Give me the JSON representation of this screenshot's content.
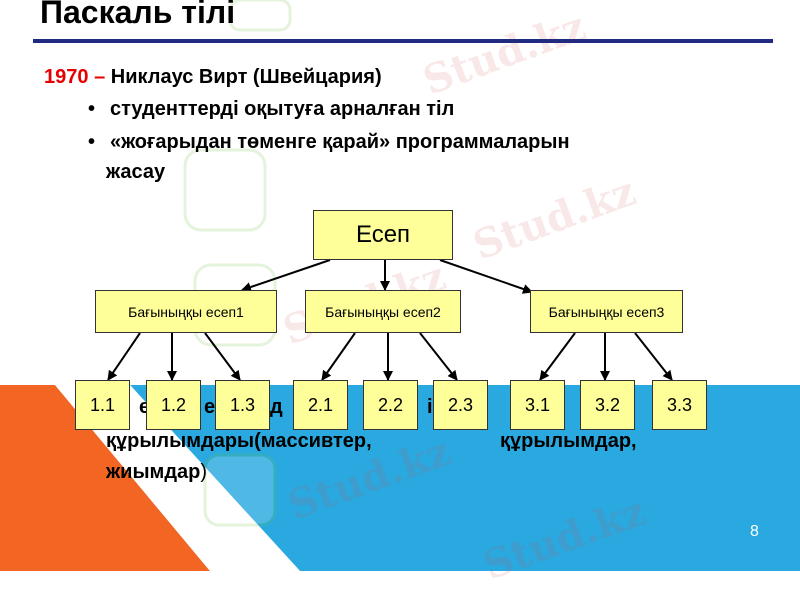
{
  "title": "Паскаль тілі",
  "intro": {
    "year": "1970",
    "dash": "–",
    "author": "Никлаус Вирт (Швейцария)"
  },
  "bullets": [
    "студенттерді оқытуға арналған тіл",
    "«жоғарыдан төменге қарай» программаларын",
    "жасау"
  ],
  "background_text": {
    "row1_fragments": [
      "е",
      "ен",
      "д",
      "і"
    ],
    "row2_left": "құрылымдары(массивтер,",
    "row2_right": "құрылымдар,",
    "row3_main": "жиымдар",
    "row3_paren": ")"
  },
  "tree": {
    "root": "Есеп",
    "subtasks": [
      "Бағыныңқы есеп1",
      "Бағыныңқы есеп2",
      "Бағыныңқы есеп3"
    ],
    "leaves": [
      [
        "1.1",
        "1.2",
        "1.3"
      ],
      [
        "2.1",
        "2.2",
        "2.3"
      ],
      [
        "3.1",
        "3.2",
        "3.3"
      ]
    ]
  },
  "watermark": "Stud.kz",
  "page_number": "8",
  "colors": {
    "node_fill": "#ffff99",
    "title_rule": "#1f2a80",
    "accent_red": "#e60000",
    "corner_orange": "#f26522",
    "corner_blue": "#29a9e0"
  }
}
